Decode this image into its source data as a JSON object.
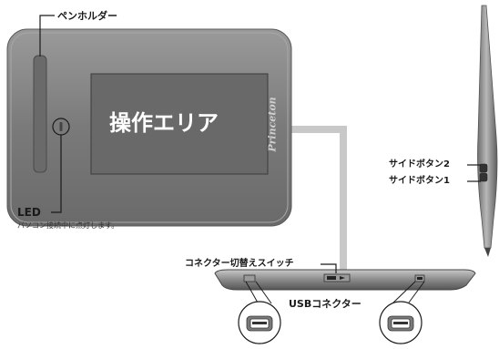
{
  "labels": {
    "pen_holder": "ペンホルダー",
    "led": "LED",
    "led_desc": "パソコン接続中に点灯します。",
    "work_area": "操作エリア",
    "brand": "Princeton",
    "connector_switch": "コネクター切替えスイッチ",
    "usb_connector": "USBコネクター",
    "side_button_2": "サイドボタン2",
    "side_button_1": "サイドボタン1"
  },
  "colors": {
    "tablet_body": "#7d7d7d",
    "work_area": "#696969",
    "cable": "#c8c8c8",
    "leader_line": "#1a1a1a"
  }
}
